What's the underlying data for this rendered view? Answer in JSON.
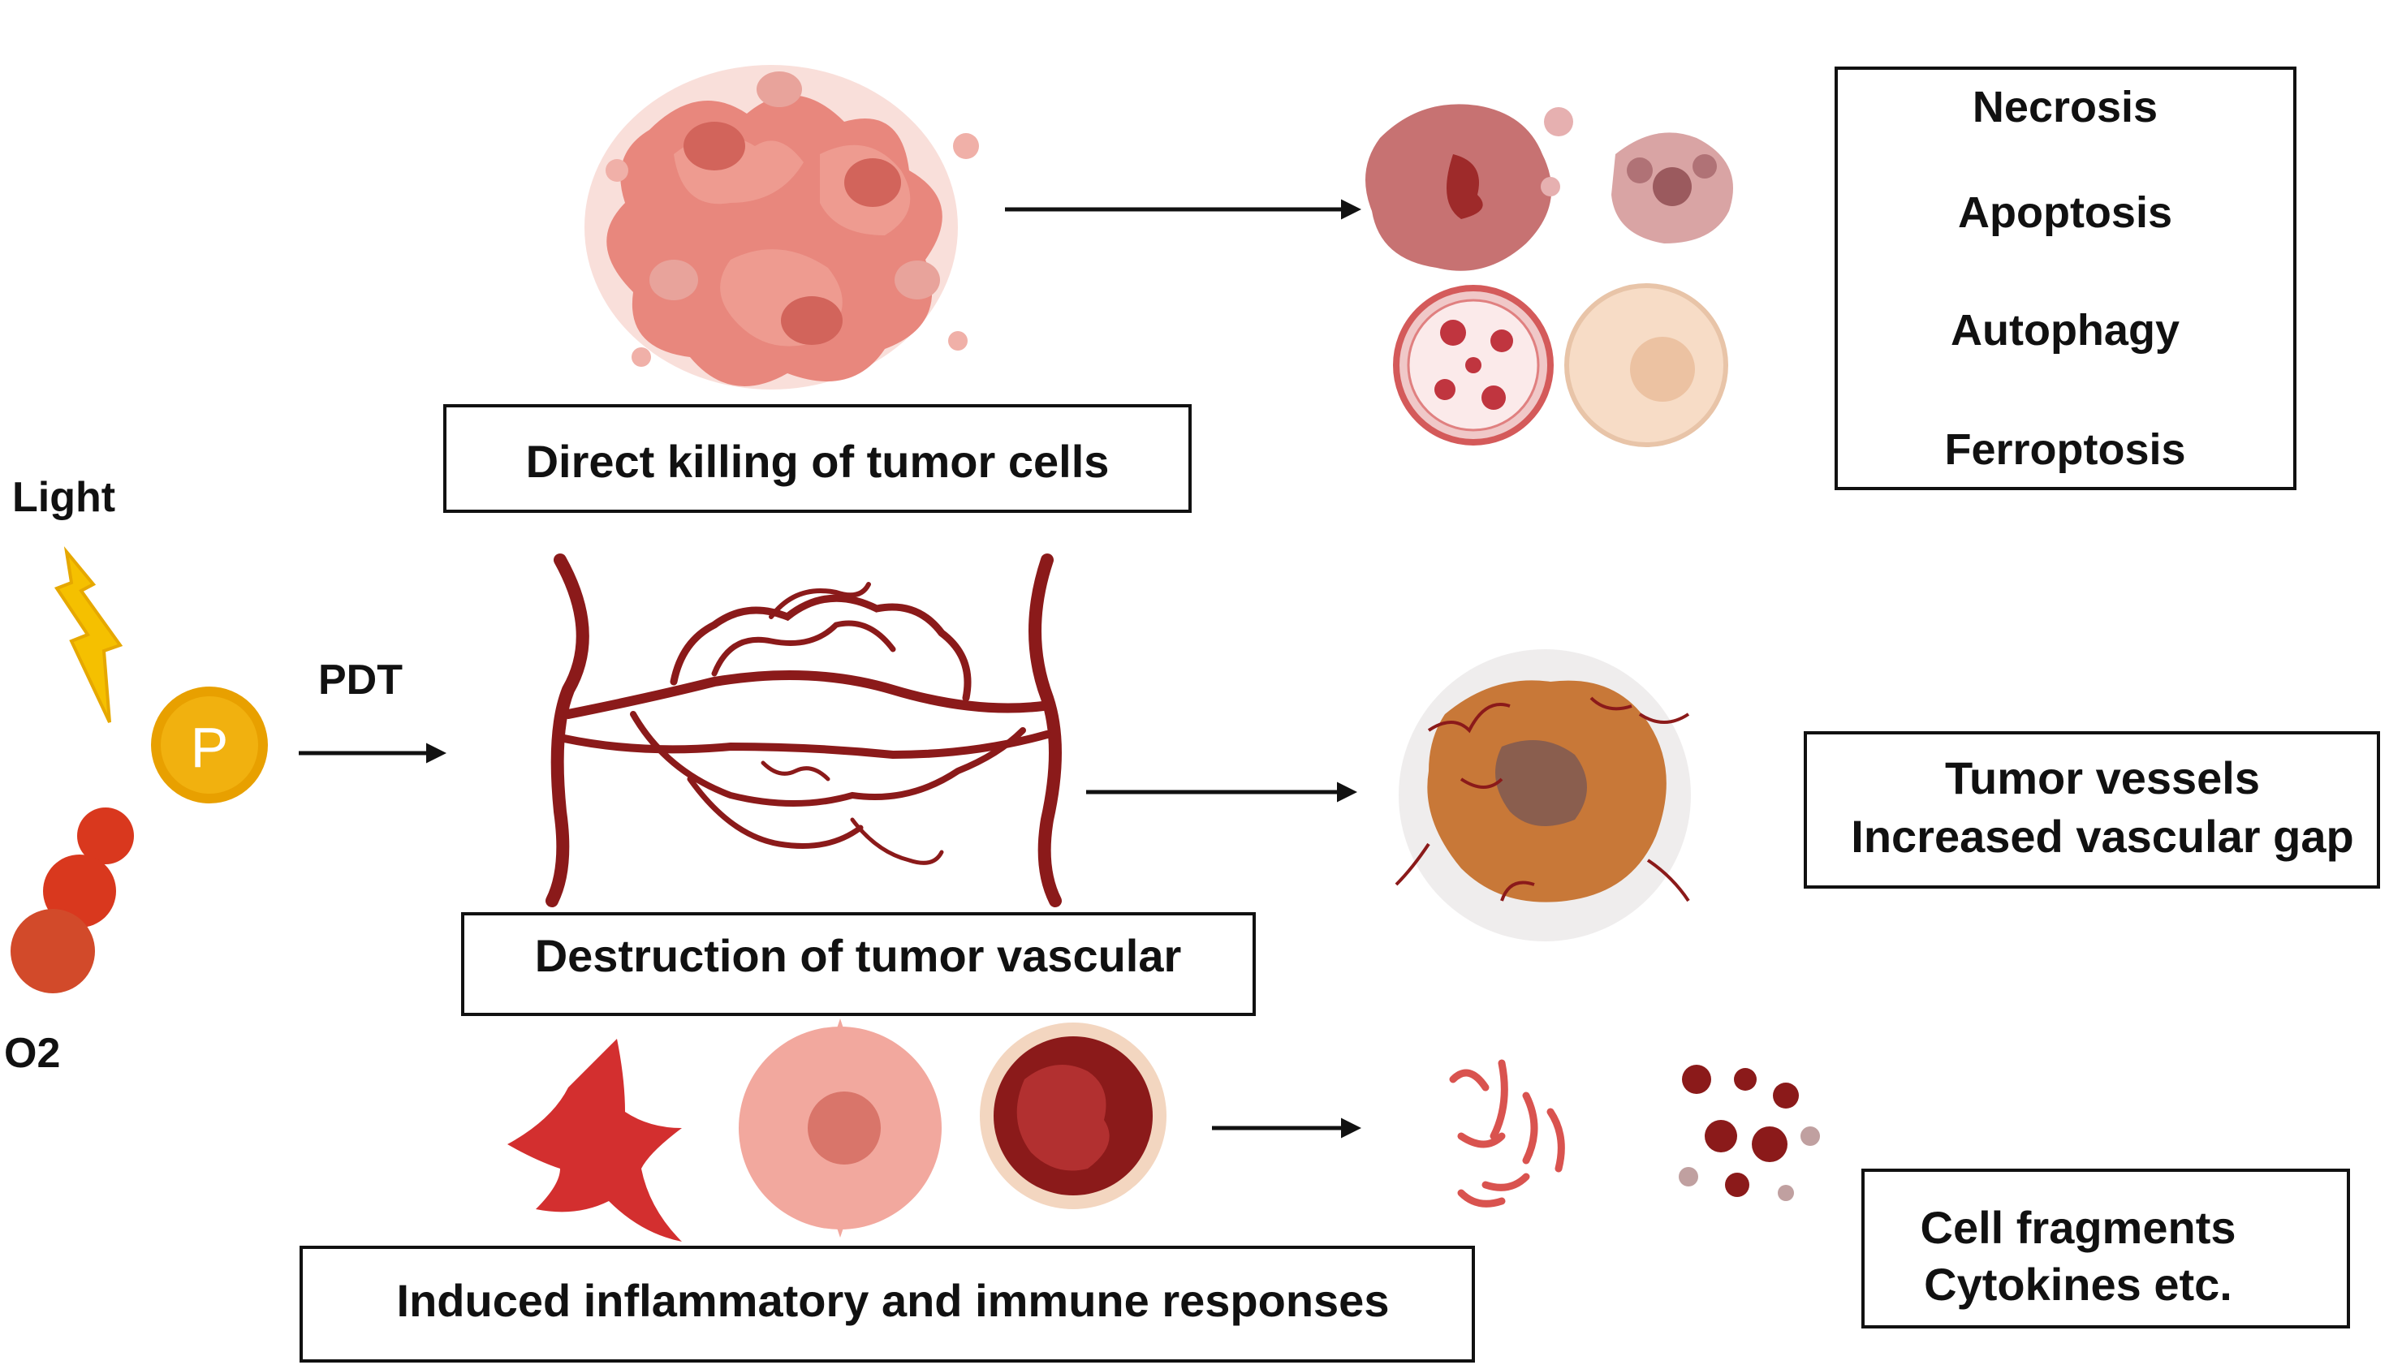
{
  "left_inputs": {
    "light_label": "Light",
    "photosensitizer_symbol": "P",
    "pdt_label": "PDT",
    "oxygen_label": "O2"
  },
  "rows": [
    {
      "label": "Direct killing of tumor cells",
      "outcomes": [
        "Necrosis",
        "Apoptosis",
        "Autophagy",
        "Ferroptosis"
      ]
    },
    {
      "label": "Destruction of tumor vascular",
      "outcomes": [
        "Tumor vessels",
        "Increased vascular gap"
      ]
    },
    {
      "label": "Induced inflammatory and immune responses",
      "outcomes": [
        "Cell fragments",
        "Cytokines etc."
      ]
    }
  ],
  "colors": {
    "lightning": "#f5c000",
    "photosensitizer": "#e8a000",
    "oxygen": "#d9381e",
    "tumor_cells": "#e07a70",
    "vessels": "#8b1a1a",
    "tumor_mass": "#c87838",
    "box_border": "#111111"
  },
  "icons": [
    "lightning-icon",
    "photosensitizer-icon",
    "oxygen-icon",
    "tumor-cell-cluster-icon",
    "blood-vessel-network-icon",
    "immune-cell-icon"
  ]
}
